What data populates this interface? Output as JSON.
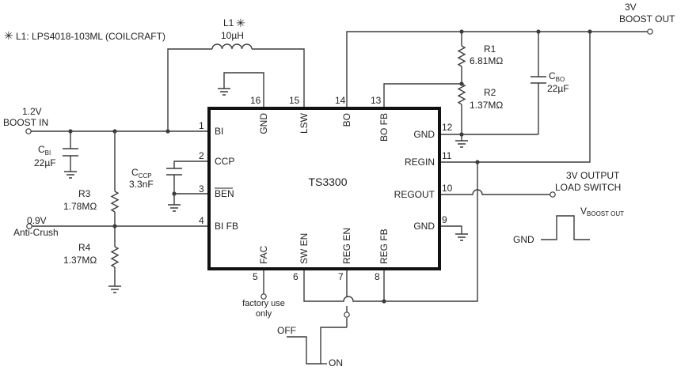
{
  "chip": {
    "name": "TS3300",
    "pins": {
      "bi": {
        "num": "1",
        "label": "BI"
      },
      "ccp": {
        "num": "2",
        "label": "CCP"
      },
      "ben": {
        "num": "3",
        "label": "BEN"
      },
      "bifb": {
        "num": "4",
        "label": "BI FB"
      },
      "fac": {
        "num": "5",
        "label": "FAC"
      },
      "swen": {
        "num": "6",
        "label": "SW EN"
      },
      "regen": {
        "num": "7",
        "label": "REG EN"
      },
      "regfb": {
        "num": "8",
        "label": "REG FB"
      },
      "gnd9": {
        "num": "9",
        "label": "GND"
      },
      "regout": {
        "num": "10",
        "label": "REGOUT"
      },
      "regin": {
        "num": "11",
        "label": "REGIN"
      },
      "gnd12": {
        "num": "12",
        "label": "GND"
      },
      "bofb": {
        "num": "13",
        "label": "BO FB"
      },
      "bo": {
        "num": "14",
        "label": "BO"
      },
      "lsw": {
        "num": "15",
        "label": "LSW"
      },
      "gnd16": {
        "num": "16",
        "label": "GND"
      }
    }
  },
  "inductor": {
    "symbol": "✳",
    "note": "L1: LPS4018-103ML (COILCRAFT)",
    "name": "L1",
    "value": "10µH"
  },
  "boost_in": {
    "line1": "1.2V",
    "line2": "BOOST IN"
  },
  "boost_out": {
    "line1": "3V",
    "line2": "BOOST OUT"
  },
  "anti_crush": {
    "line1": "0.9V",
    "line2": "Anti-Crush"
  },
  "load_switch": {
    "line1": "3V OUTPUT",
    "line2": "LOAD SWITCH"
  },
  "cbi": {
    "main": "C",
    "sub": "BI",
    "value": "22µF"
  },
  "cccp": {
    "main": "C",
    "sub": "CCP",
    "value": "3.3nF"
  },
  "cbo": {
    "main": "C",
    "sub": "BO",
    "value": "22µF"
  },
  "r1": {
    "name": "R1",
    "value": "6.81MΩ"
  },
  "r2": {
    "name": "R2",
    "value": "1.37MΩ"
  },
  "r3": {
    "name": "R3",
    "value": "1.78MΩ"
  },
  "r4": {
    "name": "R4",
    "value": "1.37MΩ"
  },
  "factory": {
    "line1": "factory use",
    "line2": "only"
  },
  "switch_wave": {
    "off": "OFF",
    "on": "ON"
  },
  "out_wave": {
    "gnd": "GND",
    "v_main": "V",
    "v_sub": "BOOST OUT"
  }
}
